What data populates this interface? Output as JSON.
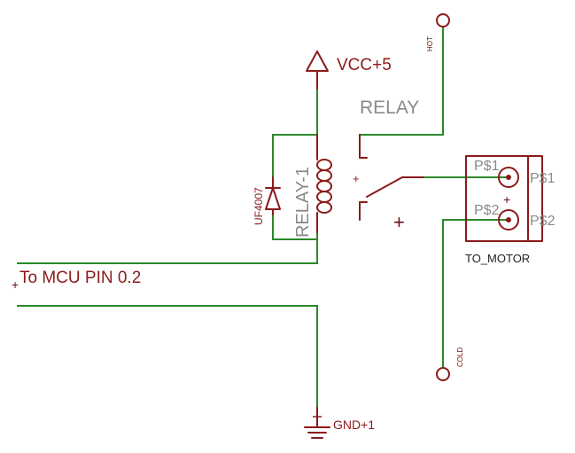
{
  "schematic": {
    "power_label": "VCC+5",
    "ground_label": "GND+1",
    "relay_name": "RELAY",
    "relay_coil_label": "RELAY-1",
    "diode_label": "UF4007",
    "mcu_label": "To MCU PIN 0.2",
    "hot_label": "HOT",
    "cold_label": "COLD",
    "connector_name": "TO_MOTOR",
    "pin1_inner": "P$1",
    "pin1_outer": "P$1",
    "pin2_inner": "P$2",
    "pin2_outer": "P$2",
    "switch_plus": "+",
    "connector_plus": "+",
    "origin_cross": "+",
    "mcu_cross": "+"
  }
}
